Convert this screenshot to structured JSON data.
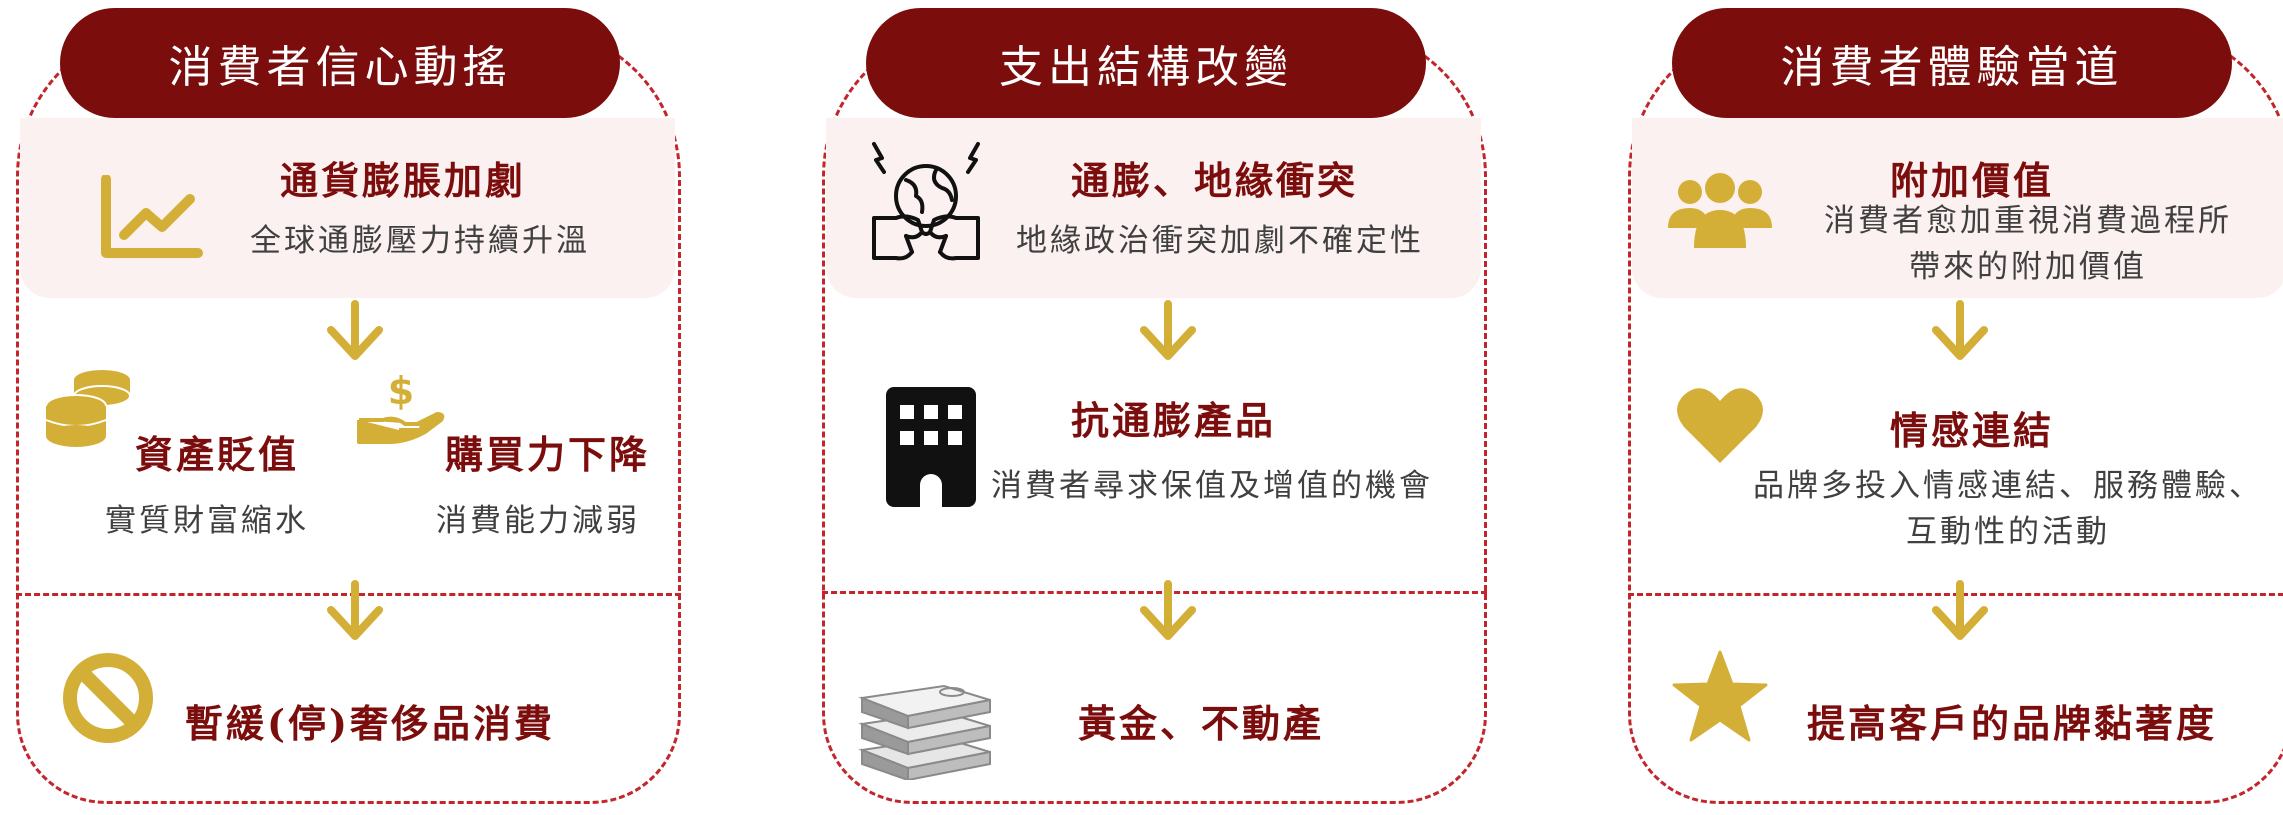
{
  "colors": {
    "accent": "#7b0d0d",
    "dashed": "#c3252b",
    "icon": "#d4af37",
    "highlight": "#fcf1f1"
  },
  "panels": [
    {
      "header": "消費者信心動搖",
      "item1": {
        "icon": "line-chart-icon",
        "title": "通貨膨脹加劇",
        "desc": "全球通膨壓力持續升溫"
      },
      "item2a": {
        "icon": "coins-icon",
        "title": "資產貶值",
        "desc": "實質財富縮水"
      },
      "item2b": {
        "icon": "money-hand-icon",
        "title": "購買力下降",
        "desc": "消費能力減弱"
      },
      "item3": {
        "icon": "prohibited-icon",
        "title": "暫緩(停)奢侈品消費"
      }
    },
    {
      "header": "支出結構改變",
      "item1": {
        "icon": "globe-conflict-icon",
        "title": "通膨、地緣衝突",
        "desc": "地緣政治衝突加劇不確定性"
      },
      "item2": {
        "icon": "building-icon",
        "title": "抗通膨產品",
        "desc": "消費者尋求保值及增值的機會"
      },
      "item3": {
        "icon": "gold-bars-icon",
        "title": "黃金、不動產"
      }
    },
    {
      "header": "消費者體驗當道",
      "item1": {
        "icon": "people-group-icon",
        "title": "附加價值",
        "desc_line1": "消費者愈加重視消費過程所",
        "desc_line2": "帶來的附加價值"
      },
      "item2": {
        "icon": "heart-icon",
        "title": "情感連結",
        "desc_line1": "品牌多投入情感連結、服務體驗、",
        "desc_line2": "互動性的活動"
      },
      "item3": {
        "icon": "star-icon",
        "title": "提高客戶的品牌黏著度"
      }
    }
  ]
}
